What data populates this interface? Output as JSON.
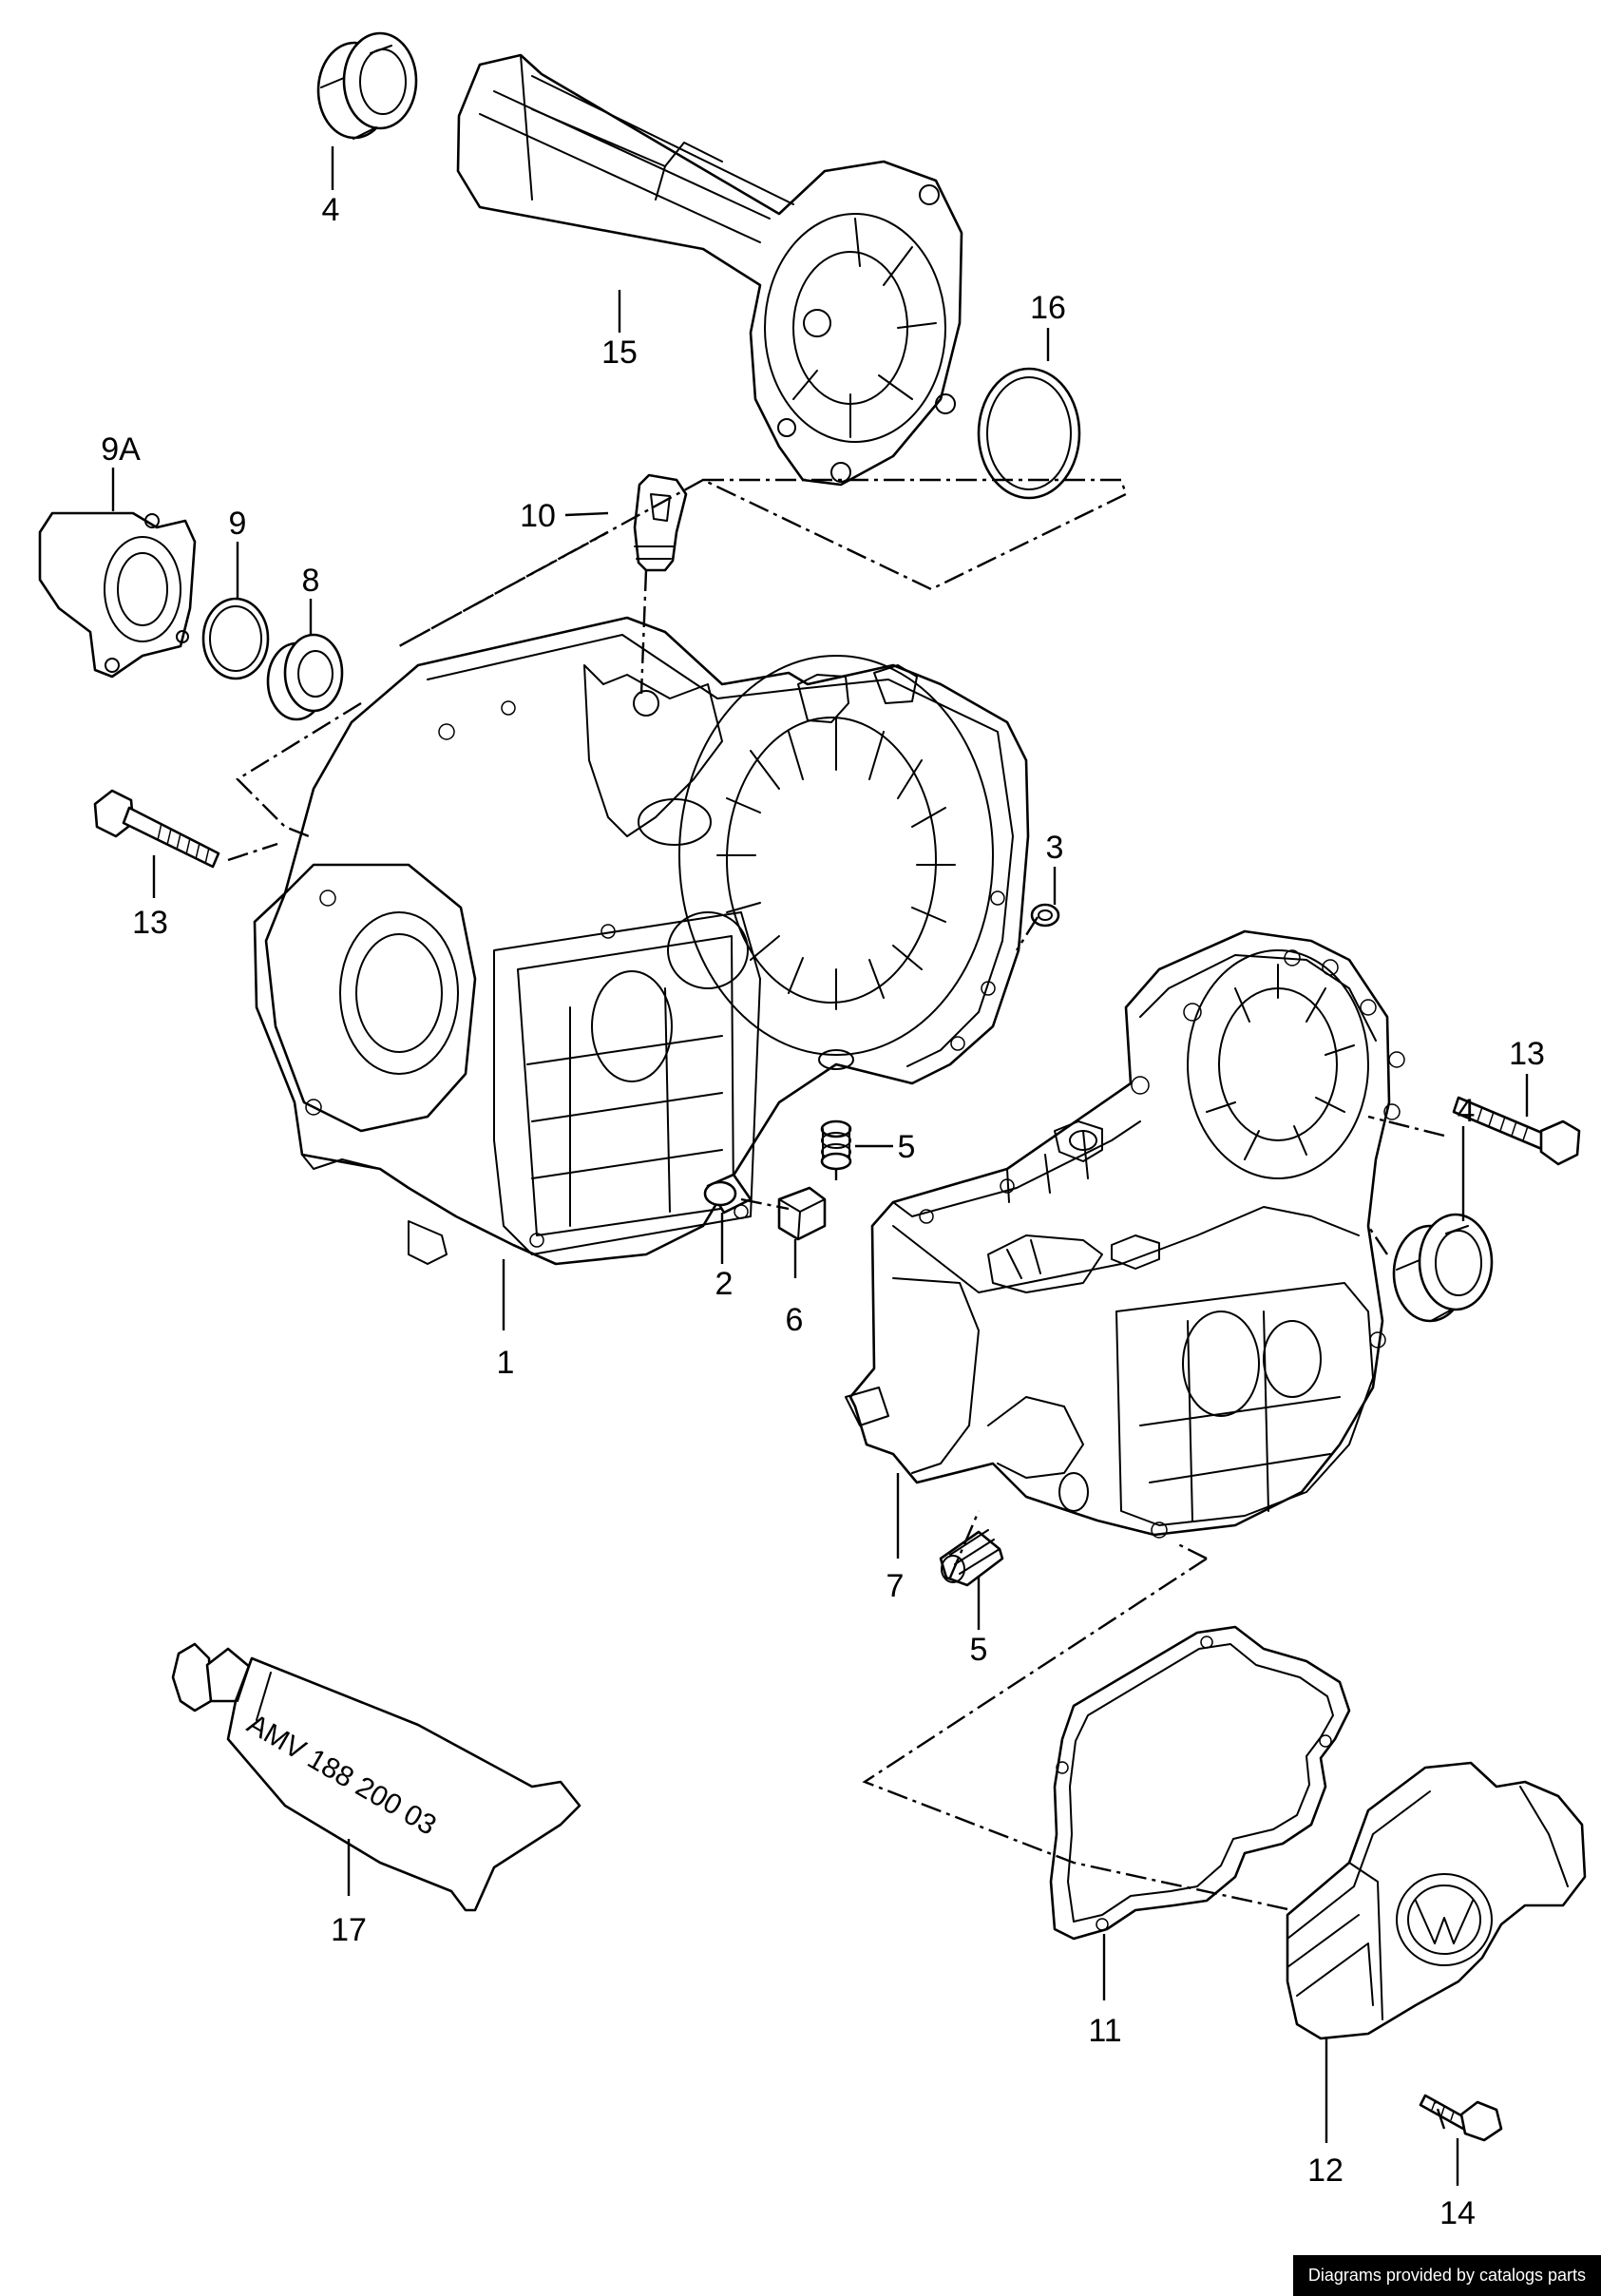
{
  "callouts": {
    "c1": "1",
    "c2": "2",
    "c3": "3",
    "c4a": "4",
    "c4b": "4",
    "c5a": "5",
    "c5b": "5",
    "c6": "6",
    "c7": "7",
    "c8": "8",
    "c9": "9",
    "c9a": "9A",
    "c10": "10",
    "c11": "11",
    "c12": "12",
    "c13a": "13",
    "c13b": "13",
    "c14": "14",
    "c15": "15",
    "c16": "16",
    "c17": "17"
  },
  "tube_text": "AMV  188 200 03",
  "credit": "Diagrams provided by catalogs parts"
}
